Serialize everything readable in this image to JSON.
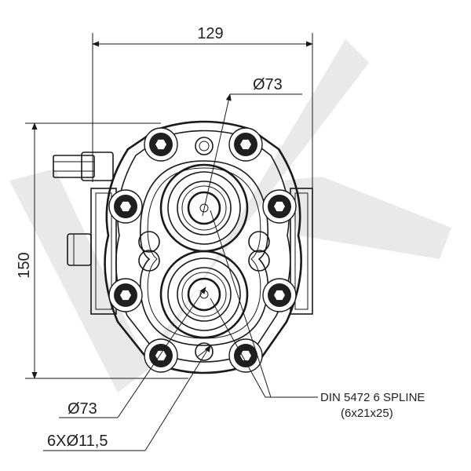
{
  "dimensions": {
    "width": "129",
    "height": "150",
    "bore_top": "Ø73",
    "bore_bottom": "Ø73",
    "holes": "6XØ11,5"
  },
  "callout": {
    "line1": "DIN 5472 6 SPLINE",
    "line2": "(6x21x25)"
  },
  "colors": {
    "line": "#1a1a1a",
    "watermark": "#e9e9e9"
  }
}
